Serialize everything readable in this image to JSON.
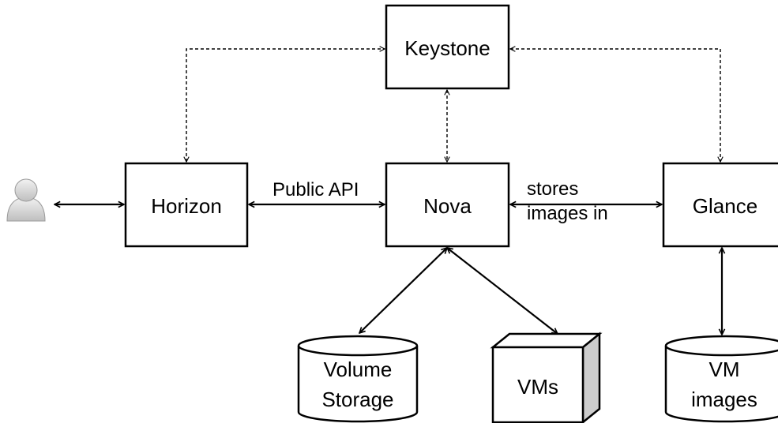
{
  "nodes": {
    "keystone": "Keystone",
    "horizon": "Horizon",
    "nova": "Nova",
    "glance": "Glance",
    "volume_storage": [
      "Volume",
      "Storage"
    ],
    "vms": "VMs",
    "vm_images": [
      "VM",
      "images"
    ]
  },
  "edges": {
    "horizon_nova": "Public API",
    "nova_glance": [
      "stores",
      "images in"
    ]
  },
  "user_icon": "user-icon",
  "colors": {
    "stroke": "#000000",
    "box_fill": "#ffffff",
    "cube_side": "#cccccc",
    "user_icon": "#d9d9d9"
  }
}
